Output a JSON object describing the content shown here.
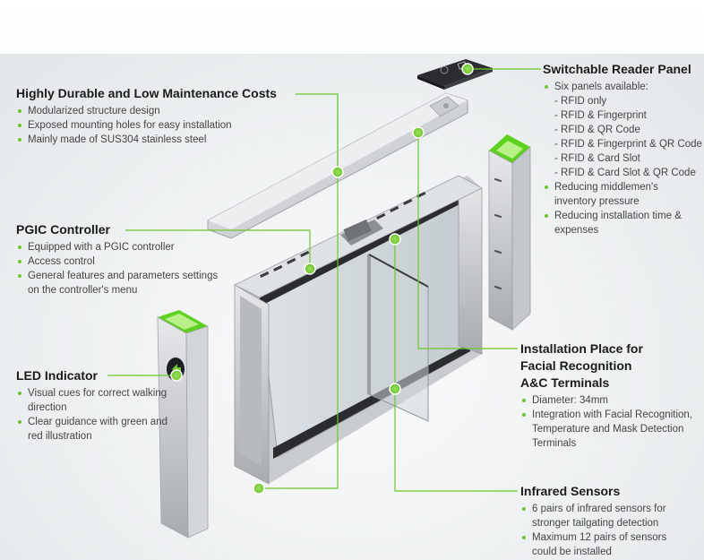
{
  "sections": {
    "durable": {
      "title": "Highly Durable and Low Maintenance Costs",
      "items": [
        "Modularized structure design",
        "Exposed mounting holes for easy installation",
        "Mainly made of SUS304 stainless steel"
      ]
    },
    "pgic": {
      "title": "PGIC Controller",
      "items": [
        "Equipped with a PGIC controller",
        "Access control",
        "General features and parameters settings on the controller's menu"
      ]
    },
    "led": {
      "title": "LED Indicator",
      "items": [
        "Visual cues for correct walking direction",
        "Clear guidance with green and red illustration"
      ]
    },
    "reader": {
      "title": "Switchable Reader Panel",
      "intro": "Six panels available:",
      "panels": [
        "- RFID only",
        "- RFID & Fingerprint",
        "- RFID & QR Code",
        "- RFID & Fingerprint & QR Code",
        "- RFID & Card Slot",
        "- RFID & Card Slot & QR Code"
      ],
      "items": [
        "Reducing middlemen's inventory pressure",
        "Reducing installation time & expenses"
      ]
    },
    "facial": {
      "title": "Installation Place for Facial Recognition A&C Terminals",
      "items": [
        "Diameter: 34mm",
        "Integration with Facial Recognition, Temperature and Mask Detection Terminals"
      ]
    },
    "infrared": {
      "title": "Infrared Sensors",
      "items": [
        "6 pairs of infrared sensors for stronger tailgating detection",
        "Maximum 12 pairs of sensors could be installed"
      ]
    }
  },
  "colors": {
    "accent": "#6cc72b",
    "steel_light": "#d9dcde",
    "steel_dark": "#a9adb0",
    "glass": "#cfd6da"
  },
  "icons": {
    "reader_glyph": "fingerprint-reader-icon",
    "led_glyph": "walk-direction-arrow-icon"
  }
}
